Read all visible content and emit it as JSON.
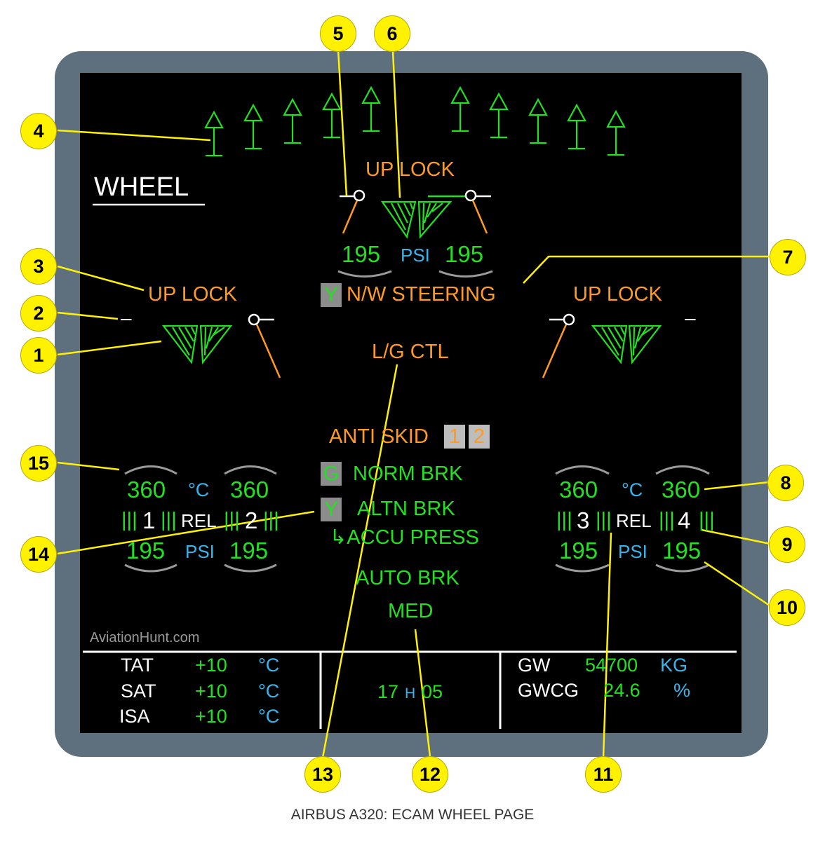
{
  "page": {
    "title": "WHEEL",
    "caption": "AIRBUS A320: ECAM WHEEL PAGE",
    "watermark": "AviationHunt.com"
  },
  "colors": {
    "amber": "#ff9a22",
    "green": "#23e023",
    "cyan": "#35b6ee",
    "white": "#ffffff",
    "callout": "#fff200",
    "bezel": "#5e6f7d"
  },
  "gear": {
    "nose": {
      "status": "UP  LOCK"
    },
    "left": {
      "status": "UP  LOCK"
    },
    "right": {
      "status": "UP  LOCK"
    },
    "main_left_dash": "–",
    "main_right_dash": "–"
  },
  "steering": {
    "hyd_system": "Y",
    "pressure_left": "195",
    "pressure_unit": "PSI",
    "pressure_right": "195",
    "label": "N/W STEERING"
  },
  "lg_ctl": "L/G CTL",
  "anti_skid": {
    "label": "ANTI SKID",
    "bscu_1": "1",
    "bscu_2": "2"
  },
  "brakes": {
    "norm": {
      "system": "G",
      "label": "NORM BRK"
    },
    "altn": {
      "system": "Y",
      "label": "ALTN BRK",
      "accu": "↳ACCU PRESS"
    },
    "auto": {
      "label": "AUTO BRK",
      "mode": "MED"
    }
  },
  "wheels": {
    "left": {
      "temp_1": "360",
      "temp_unit": "°C",
      "temp_2": "360",
      "rel_marker": "|||",
      "wheel_a": "1",
      "rel": "REL",
      "wheel_b": "2",
      "press_1": "195",
      "press_unit": "PSI",
      "press_2": "195"
    },
    "right": {
      "temp_1": "360",
      "temp_unit": "°C",
      "temp_2": "360",
      "rel_marker": "|||",
      "wheel_a": "3",
      "rel": "REL",
      "wheel_b": "4",
      "press_1": "195",
      "press_unit": "PSI",
      "press_2": "195"
    }
  },
  "footer": {
    "tat": {
      "label": "TAT",
      "value": "+10",
      "unit": "°C"
    },
    "sat": {
      "label": "SAT",
      "value": "+10",
      "unit": "°C"
    },
    "isa": {
      "label": "ISA",
      "value": "+10",
      "unit": "°C"
    },
    "time_hours": "17",
    "time_sep": "H",
    "time_minutes": "05",
    "gw": {
      "label": "GW",
      "value": "54700",
      "unit": "KG"
    },
    "gwcg": {
      "label": "GWCG",
      "value": "24.6",
      "unit": "%"
    }
  },
  "callouts": [
    "1",
    "2",
    "3",
    "4",
    "5",
    "6",
    "7",
    "8",
    "9",
    "10",
    "11",
    "12",
    "13",
    "14",
    "15"
  ]
}
